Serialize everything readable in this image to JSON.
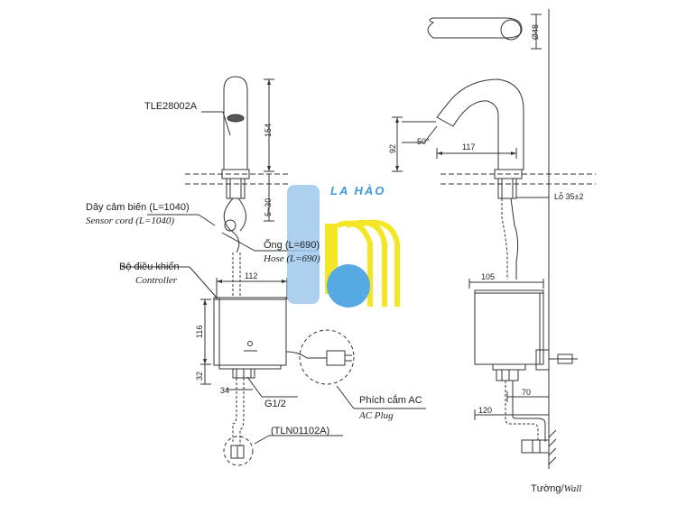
{
  "labels": {
    "model_faucet": "TLE28002A",
    "sensor_cord_vi": "Dây cảm biến (L=1040)",
    "sensor_cord_en": "Sensor cord (L=1040)",
    "hose_vi": "Ống (L=690)",
    "hose_en": "Hose (L=690)",
    "controller_vi": "Bộ điều khiển",
    "controller_en": "Controller",
    "thread": "G1/2",
    "model_valve": "(TLN01102A)",
    "ac_plug_vi": "Phích cắm AC",
    "ac_plug_en": "AC Plug",
    "wall_vi": "Tường/",
    "wall_en": "Wall",
    "hole": "Lỗ 35±2"
  },
  "dimensions": {
    "d154": "154",
    "d5_30": "5~30",
    "d112": "112",
    "d116": "116",
    "d32": "32",
    "d34": "34",
    "d92": "92",
    "d117": "117",
    "d50": "50°",
    "d48": "Ø48",
    "d105": "105",
    "d70": "70",
    "d120": "120"
  },
  "watermark": {
    "text": "LA HÀO",
    "colors": {
      "blue": "#3a9be0",
      "light_blue": "#9fc8ec",
      "yellow": "#f2e300"
    }
  }
}
